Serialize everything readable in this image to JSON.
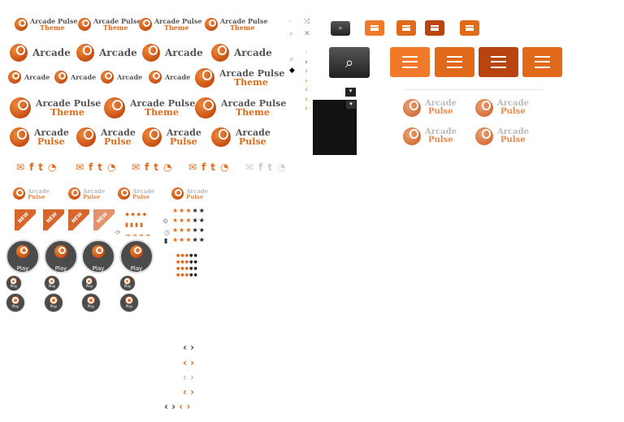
{
  "brand": {
    "word1": "Arcade",
    "word2": "Pulse",
    "word3": "Theme"
  },
  "play_label": "Play",
  "new_label": "NEW",
  "colors": {
    "orange": "#e06a1a",
    "dark_orange": "#b84410",
    "gray": "#555555",
    "button_dark": "#222222"
  },
  "social_icons": [
    "mail-icon",
    "facebook-icon",
    "twitter-icon",
    "rss-icon"
  ],
  "ratings": {
    "large_rows": 4,
    "small_rows": 4,
    "max": 5
  }
}
